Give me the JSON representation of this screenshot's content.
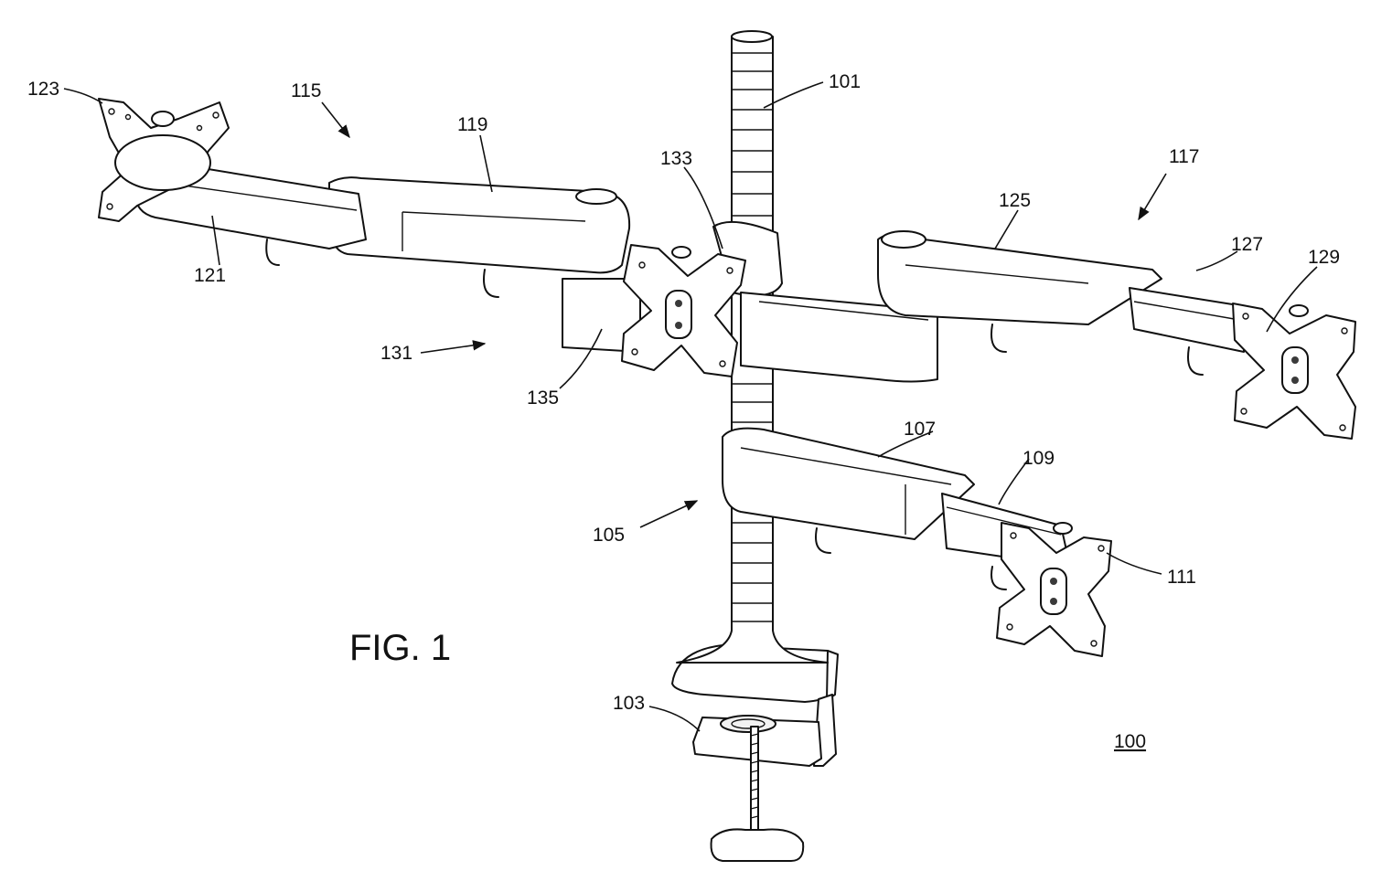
{
  "figure": {
    "title": "FIG. 1",
    "assembly_ref": "100"
  },
  "refs": {
    "pole": "101",
    "clamp": "103",
    "arm_lower": "105",
    "arm_lower_segment": "107",
    "arm_lower_extension": "109",
    "mount_lower": "111",
    "arm_left": "115",
    "arm_right": "117",
    "arm_left_upper": "119",
    "arm_left_lower": "121",
    "mount_left": "123",
    "arm_right_segment": "125",
    "arm_right_extension": "127",
    "mount_right": "129",
    "center_assembly": "131",
    "mount_center": "133",
    "hub": "135"
  }
}
